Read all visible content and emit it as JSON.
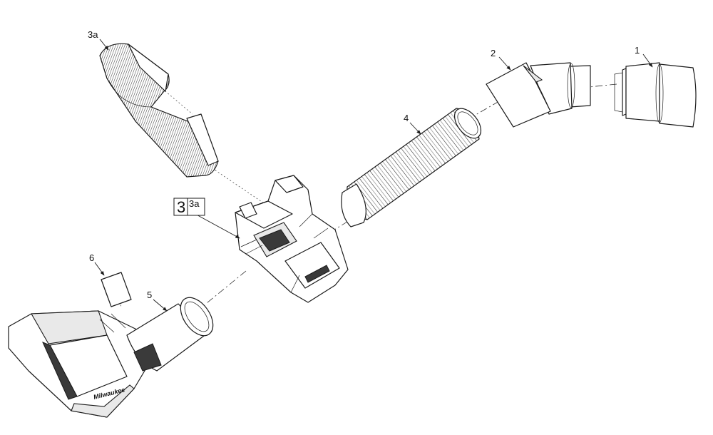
{
  "callouts": {
    "part_1": "1",
    "part_2": "2",
    "part_3a_top": "3a",
    "part_4": "4",
    "part_5": "5",
    "part_6": "6",
    "assembly_box_main": "3",
    "assembly_box_sub": "3a"
  }
}
